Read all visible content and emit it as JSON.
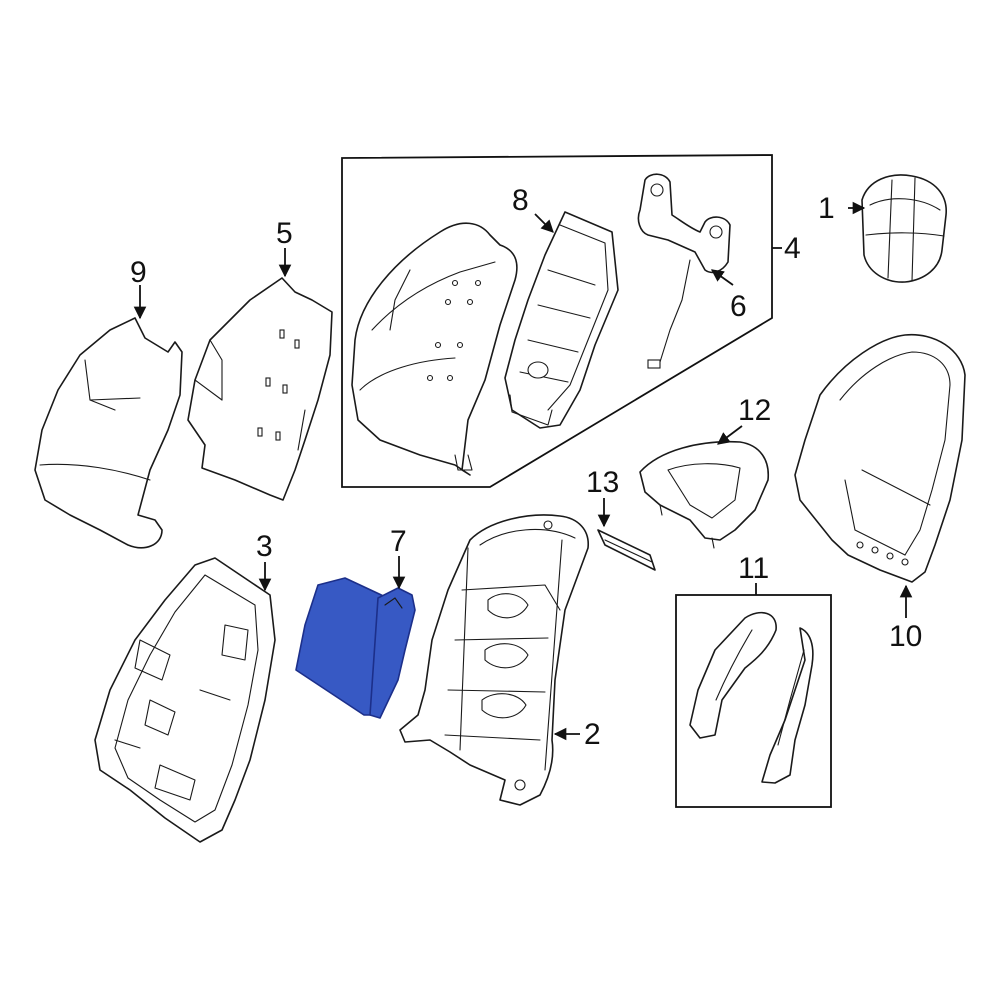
{
  "callouts": {
    "c1": "1",
    "c2": "2",
    "c3": "3",
    "c4": "4",
    "c5": "5",
    "c6": "6",
    "c7": "7",
    "c8": "8",
    "c9": "9",
    "c10": "10",
    "c11": "11",
    "c12": "12",
    "c13": "13"
  },
  "highlight": {
    "part": "7",
    "color": "#3759c4",
    "outline": "#1c2f8a"
  },
  "colors": {
    "line": "#1a1a1a",
    "background": "#ffffff"
  }
}
